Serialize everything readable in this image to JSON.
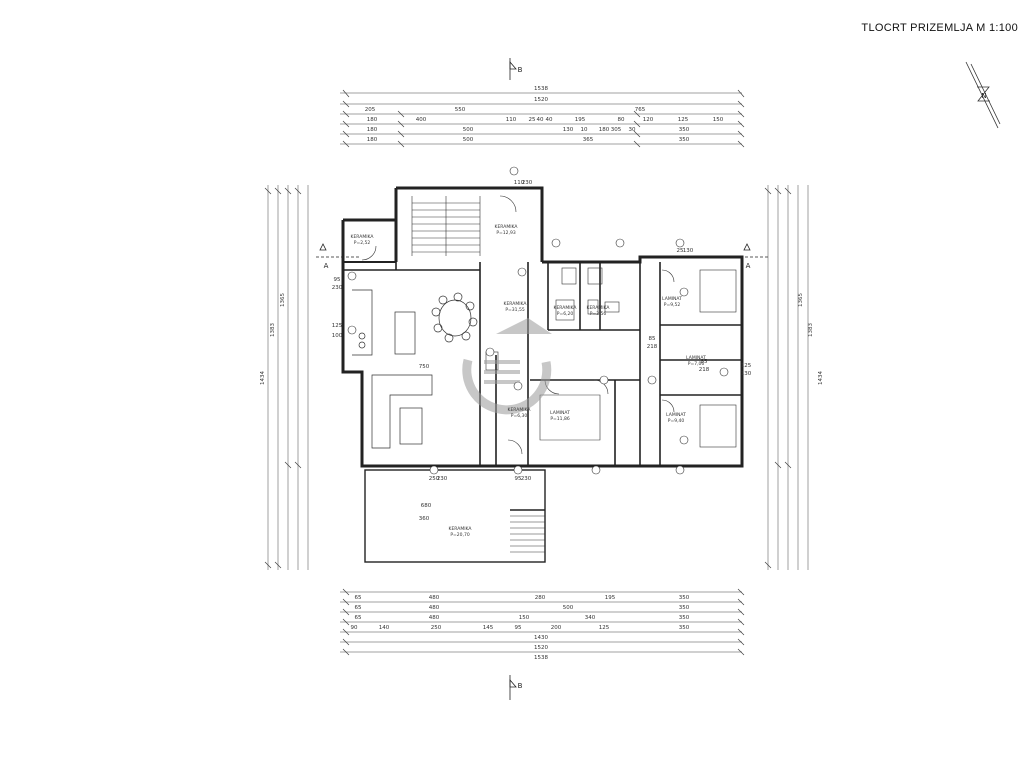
{
  "sheet": {
    "title": "TLOCRT PRIZEMLJA  M 1:100",
    "north_label": "N"
  },
  "section_markers": {
    "top": "B",
    "bottom": "B",
    "left": "A",
    "right": "A"
  },
  "dimensions": {
    "top_total": [
      "1538",
      "1520"
    ],
    "top_row1": [
      "205",
      "550",
      "765"
    ],
    "top_row2": [
      "180",
      "400",
      "110",
      "25",
      "40",
      "40",
      "195",
      "80",
      "120",
      "125",
      "150"
    ],
    "top_row3": [
      "180",
      "500",
      "130",
      "10",
      "180",
      "30",
      "305",
      "350"
    ],
    "top_row4": [
      "180",
      "500",
      "365",
      "350"
    ],
    "bottom_row1": [
      "65",
      "480",
      "280",
      "195",
      "350"
    ],
    "bottom_row2": [
      "65",
      "480",
      "500",
      "350"
    ],
    "bottom_row3": [
      "65",
      "480",
      "150",
      "340",
      "350"
    ],
    "bottom_row4": [
      "90",
      "140",
      "250",
      "145",
      "95",
      "200",
      "125",
      "350"
    ],
    "bottom_total": [
      "1430",
      "1520",
      "1538"
    ],
    "left_overall": "1434",
    "left_total": [
      "1383",
      "1365"
    ],
    "right_overall": "1434",
    "right_total": [
      "1383",
      "1365"
    ],
    "misc": [
      "95",
      "230",
      "125",
      "100",
      "250",
      "230",
      "95",
      "230",
      "85",
      "218",
      "25",
      "130",
      "125",
      "130",
      "85",
      "218",
      "110",
      "230",
      "680",
      "360",
      "750"
    ]
  },
  "rooms": [
    {
      "name": "KERAMIKA",
      "area": "P=2,52"
    },
    {
      "name": "KERAMIKA",
      "area": "P=12,93"
    },
    {
      "name": "KERAMIKA",
      "area": "P=31,55"
    },
    {
      "name": "KERAMIKA",
      "area": "P=6,20"
    },
    {
      "name": "KERAMIKA",
      "area": "P=3,56"
    },
    {
      "name": "LAMINAT",
      "area": "P=9,52"
    },
    {
      "name": "LAMINAT",
      "area": "P=7,06"
    },
    {
      "name": "KERAMIKA",
      "area": "P=6,30"
    },
    {
      "name": "LAMINAT",
      "area": "P=11,86"
    },
    {
      "name": "LAMINAT",
      "area": "P=9,40"
    },
    {
      "name": "KERAMIKA",
      "area": "P=20,70"
    }
  ],
  "style": {
    "line_color": "#222222",
    "wall_fill": "#ffffff",
    "watermark_color": "#9a9a9a"
  }
}
